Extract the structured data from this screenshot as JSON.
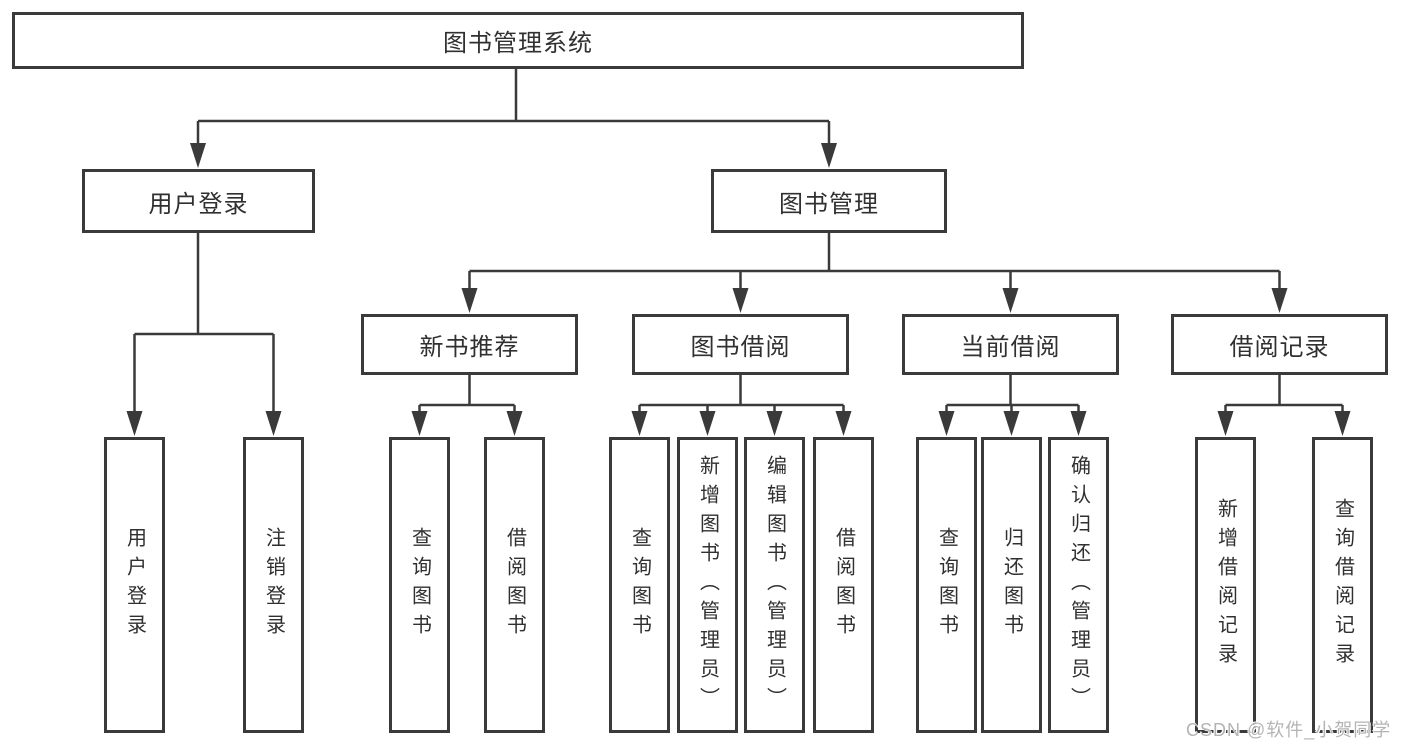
{
  "nodes": {
    "root": "图书管理系统",
    "user_login": "用户登录",
    "book_mgmt": "图书管理",
    "new_books": "新书推荐",
    "book_borrow": "图书借阅",
    "current_borrow": "当前借阅",
    "borrow_records": "借阅记录"
  },
  "leaves": {
    "user_login": [
      "用户登录",
      "注销登录"
    ],
    "new_books": [
      "查询图书",
      "借阅图书"
    ],
    "book_borrow": [
      "查询图书",
      "新增图书（管理员）",
      "编辑图书（管理员）",
      "借阅图书"
    ],
    "current_borrow": [
      "查询图书",
      "归还图书",
      "确认归还（管理员）"
    ],
    "borrow_records": [
      "新增借阅记录",
      "查询借阅记录"
    ]
  },
  "watermark": "CSDN @软件_小贺同学",
  "colors": {
    "line": "#3a3a3a",
    "text": "#303030",
    "watermark": "#b4b4b4",
    "background": "#ffffff"
  }
}
